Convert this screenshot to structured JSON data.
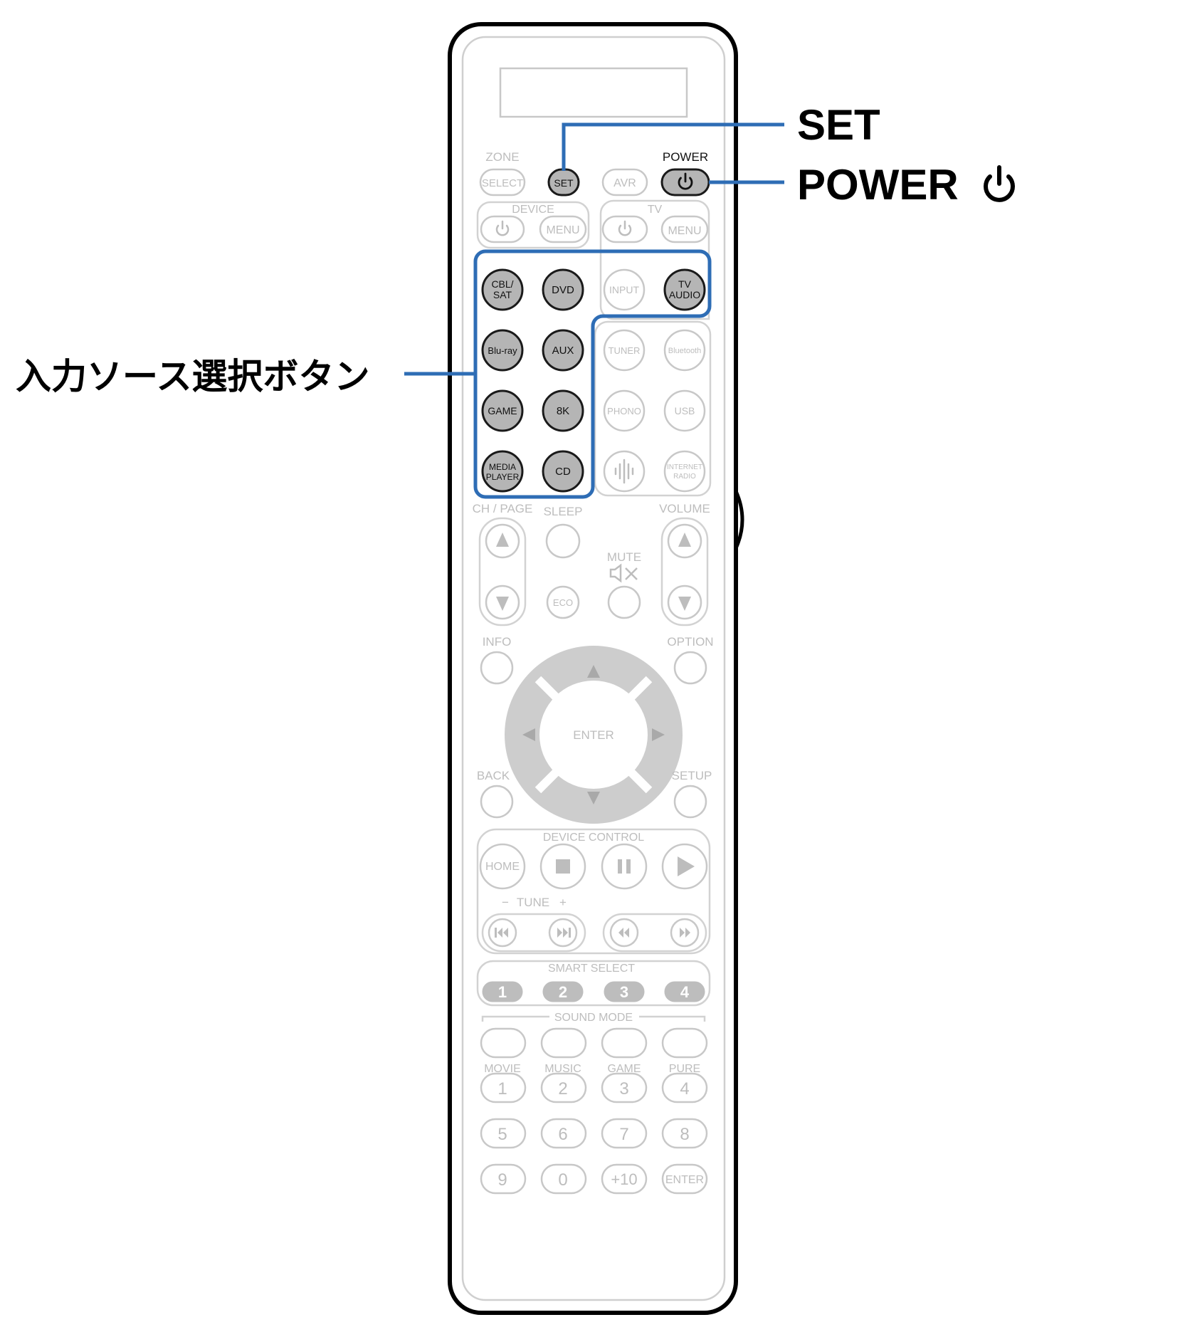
{
  "callouts": {
    "set": "SET",
    "power": "POWER",
    "power_icon": "power-icon",
    "input_source": "入力ソース選択ボタン"
  },
  "colors": {
    "leader": "#2e6db5",
    "highlight_fill": "#b5b5b5",
    "faint": "#bdbdbd",
    "outline": "#1a1a1a"
  },
  "remote": {
    "zone_label": "ZONE",
    "power_label": "POWER",
    "device_label": "DEVICE",
    "tv_label": "TV",
    "buttons": {
      "zone_select": "SELECT",
      "set": "SET",
      "avr": "AVR",
      "device_menu": "MENU",
      "tv_menu": "MENU",
      "tv_input": "INPUT",
      "tv_audio": [
        "TV",
        "AUDIO"
      ],
      "cbl_sat": [
        "CBL/",
        "SAT"
      ],
      "dvd": "DVD",
      "bluray": "Blu-ray",
      "aux": "AUX",
      "game": "GAME",
      "k8": "8K",
      "media_player": [
        "MEDIA",
        "PLAYER"
      ],
      "cd": "CD",
      "tuner": "TUNER",
      "bluetooth": "Bluetooth",
      "phono": "PHONO",
      "usb": "USB",
      "internet_radio": [
        "INTERNET",
        "RADIO"
      ],
      "eco": "ECO",
      "enter": "ENTER",
      "home": "HOME",
      "num_enter": "ENTER"
    },
    "labels": {
      "ch_page": "CH / PAGE",
      "sleep": "SLEEP",
      "volume": "VOLUME",
      "mute": "MUTE",
      "info": "INFO",
      "option": "OPTION",
      "back": "BACK",
      "setup": "SETUP",
      "device_control": "DEVICE CONTROL",
      "tune_minus": "−",
      "tune": "TUNE",
      "tune_plus": "+",
      "smart_select": "SMART SELECT",
      "sound_mode": "SOUND MODE",
      "movie": "MOVIE",
      "music": "MUSIC",
      "game_mode": "GAME",
      "pure": "PURE"
    },
    "smart": [
      "1",
      "2",
      "3",
      "4"
    ],
    "numbers": [
      "1",
      "2",
      "3",
      "4",
      "5",
      "6",
      "7",
      "8",
      "9",
      "0",
      "+10"
    ]
  }
}
